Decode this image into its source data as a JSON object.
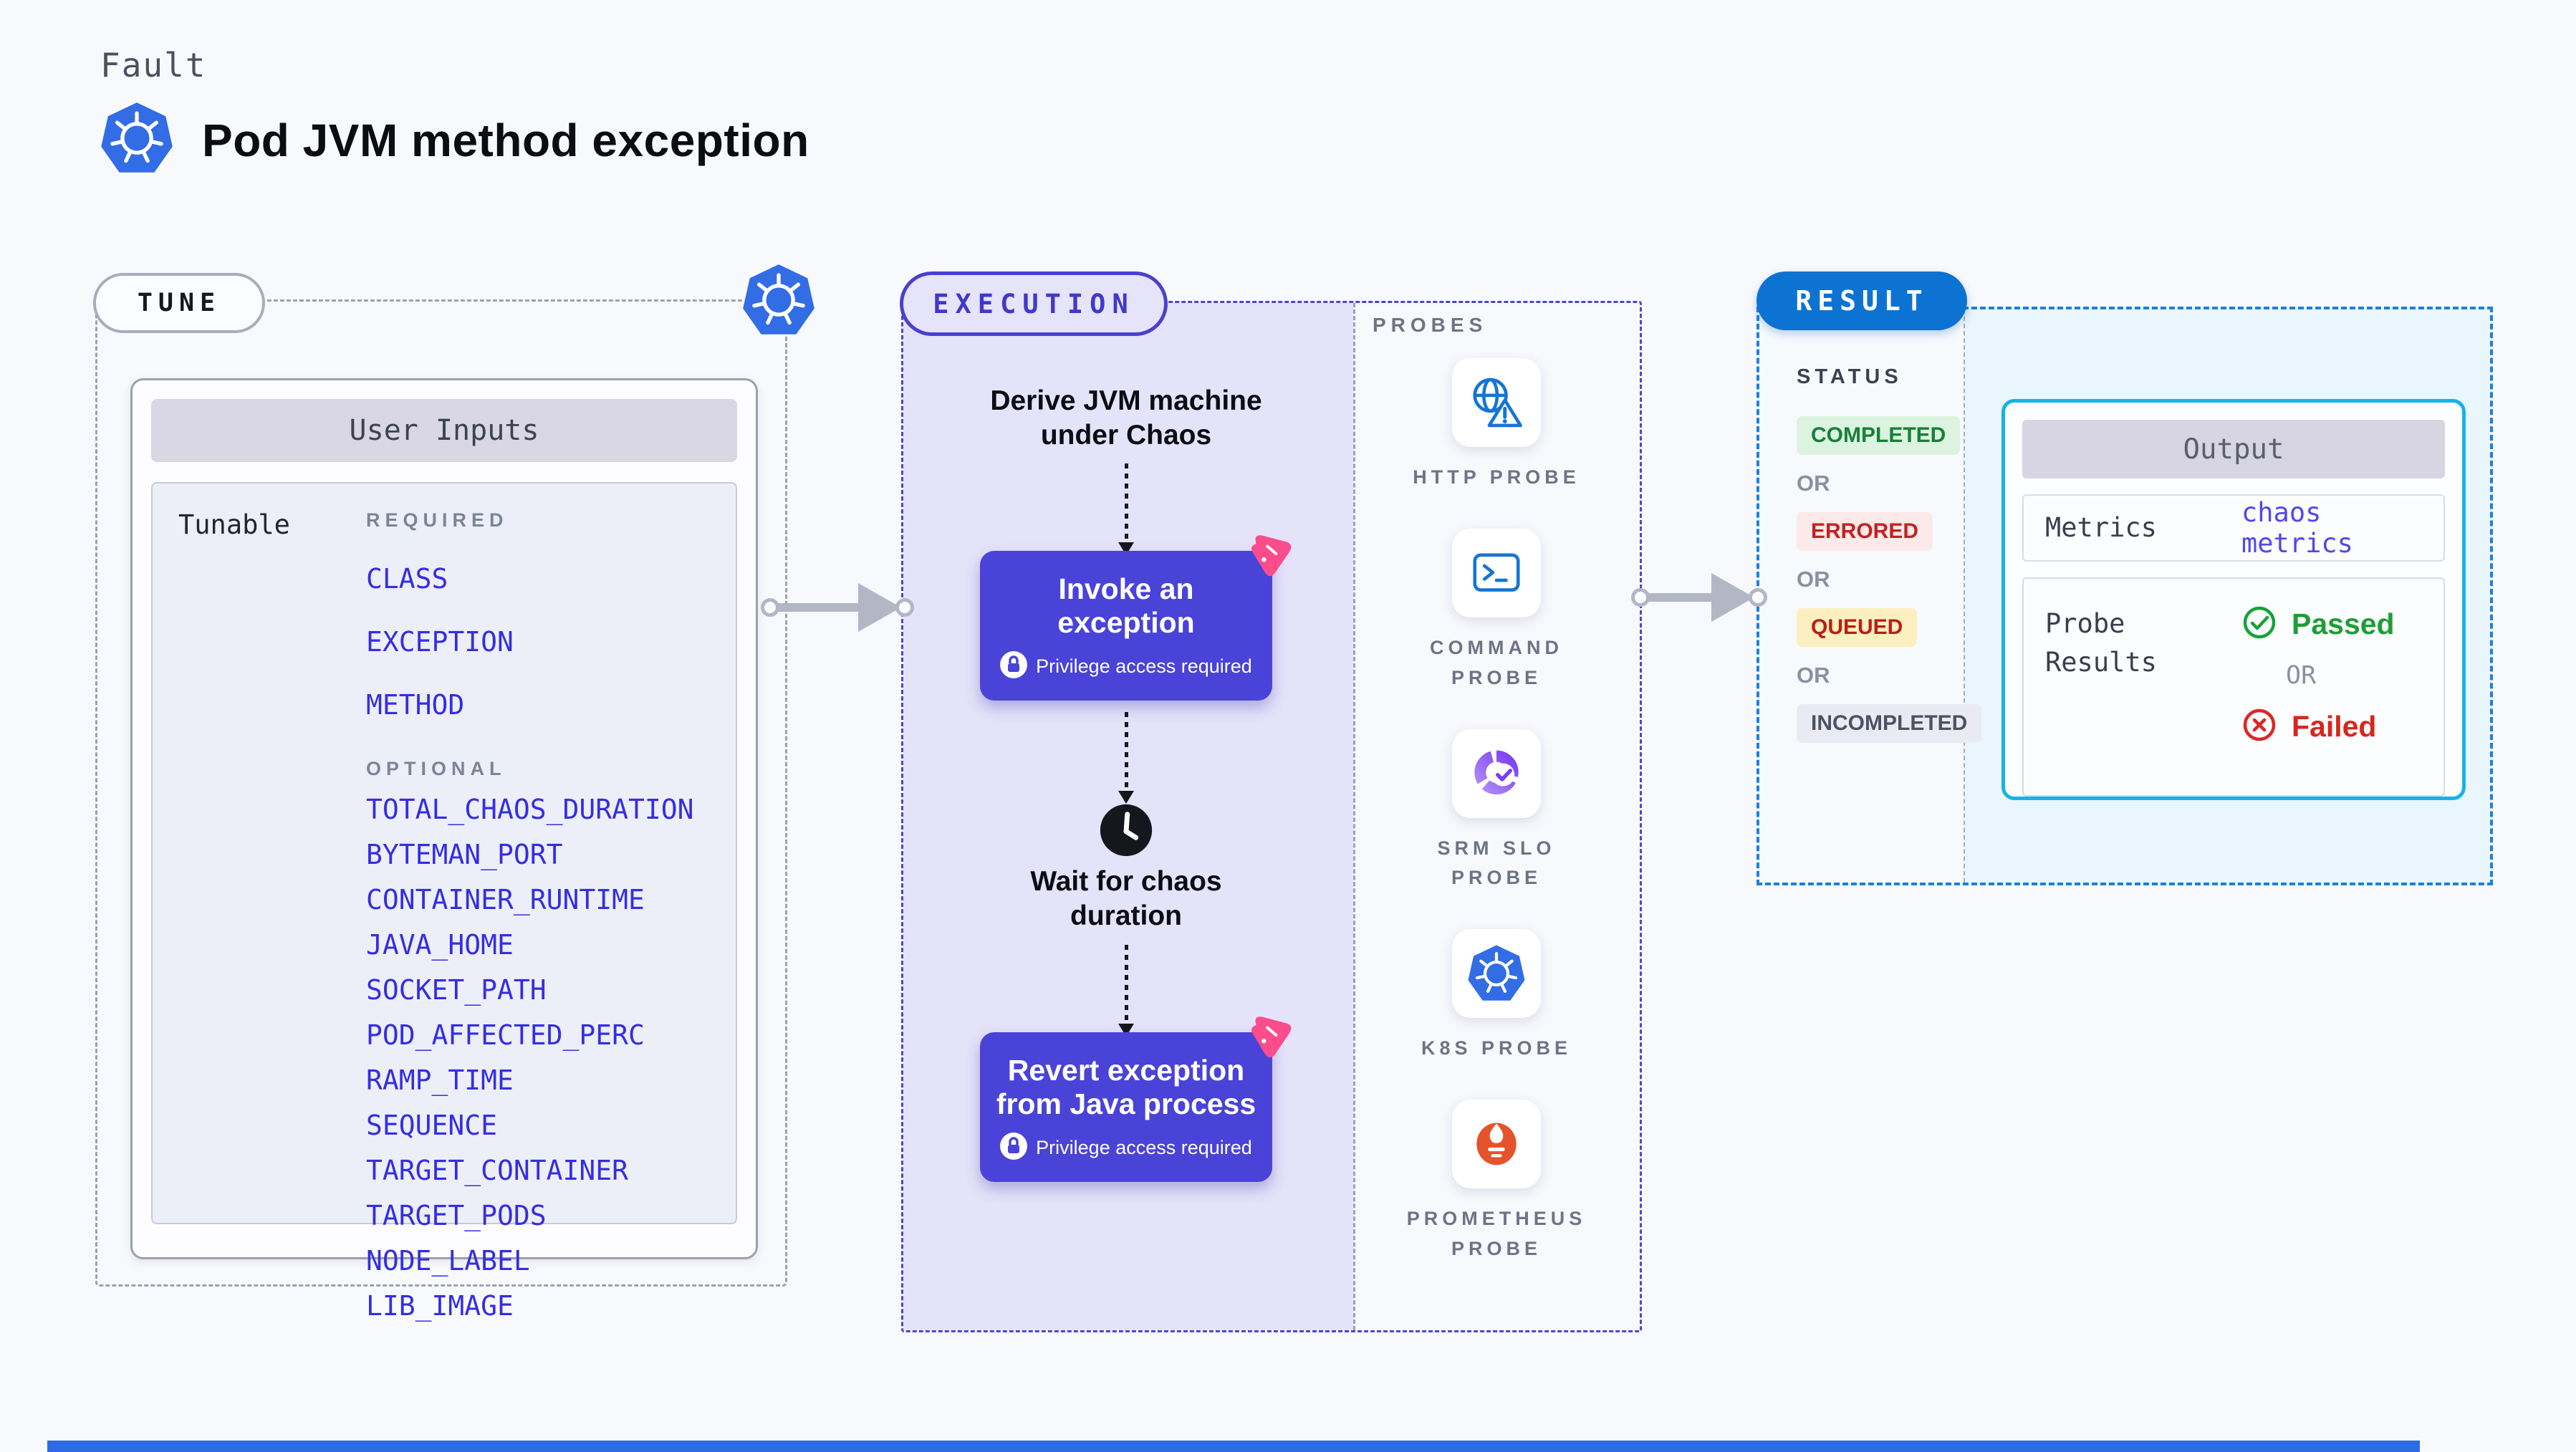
{
  "page": {
    "kicker": "Fault",
    "title": "Pod JVM method exception"
  },
  "tune": {
    "label": "TUNE",
    "card_title": "User Inputs",
    "row_label": "Tunable",
    "required_label": "REQUIRED",
    "required": [
      "CLASS",
      "EXCEPTION",
      "METHOD"
    ],
    "optional_label": "OPTIONAL",
    "optional": [
      "TOTAL_CHAOS_DURATION",
      "BYTEMAN_PORT",
      "CONTAINER_RUNTIME",
      "JAVA_HOME",
      "SOCKET_PATH",
      "POD_AFFECTED_PERC",
      "RAMP_TIME",
      "SEQUENCE",
      "TARGET_CONTAINER",
      "TARGET_PODS",
      "NODE_LABEL",
      "LIB_IMAGE"
    ]
  },
  "execution": {
    "label": "EXECUTION",
    "derive_step": "Derive JVM machine under Chaos",
    "invoke_step": "Invoke an exception",
    "wait_step": "Wait for chaos duration",
    "revert_step": "Revert exception from Java process",
    "privilege_note": "Privilege access required"
  },
  "probes": {
    "label": "PROBES",
    "items": [
      {
        "label": "HTTP PROBE",
        "icon": "http-probe-icon"
      },
      {
        "label": "COMMAND PROBE",
        "icon": "command-probe-icon"
      },
      {
        "label": "SRM SLO PROBE",
        "icon": "srm-slo-probe-icon"
      },
      {
        "label": "K8S PROBE",
        "icon": "kubernetes-icon"
      },
      {
        "label": "PROMETHEUS PROBE",
        "icon": "prometheus-probe-icon"
      }
    ]
  },
  "result": {
    "label": "RESULT",
    "status_label": "STATUS",
    "or_label": "OR",
    "statuses": [
      {
        "label": "COMPLETED",
        "fg": "#178038",
        "bg": "#dcf3e0"
      },
      {
        "label": "ERRORED",
        "fg": "#c12222",
        "bg": "#fce9e9"
      },
      {
        "label": "QUEUED",
        "fg": "#ba1e14",
        "bg": "#fdf0c0"
      },
      {
        "label": "INCOMPLETED",
        "fg": "#4d5263",
        "bg": "#eaebf2"
      }
    ],
    "output": {
      "title": "Output",
      "metrics_label": "Metrics",
      "metrics_value": "chaos metrics",
      "probe_results_label": "Probe Results",
      "passed_label": "Passed",
      "failed_label": "Failed"
    }
  },
  "colors": {
    "page_bg": "#f8f9fd",
    "accent_indigo": "#4a43d8",
    "execution_bg": "#e5e3fa",
    "result_accent_blue": "#0d73d2",
    "result_bg": "#e9f6fd",
    "output_border_cyan": "#15b3e9",
    "k8s_blue": "#326de6",
    "probe_icon_blue": "#1674d4",
    "litmus_pink": "#fb4d8b",
    "prometheus_orange": "#e6522c",
    "env_var_blue": "#352ee2",
    "passed_green": "#1f9d36",
    "failed_red": "#d7261d",
    "bottom_bar_blue": "#2e6ae4"
  }
}
